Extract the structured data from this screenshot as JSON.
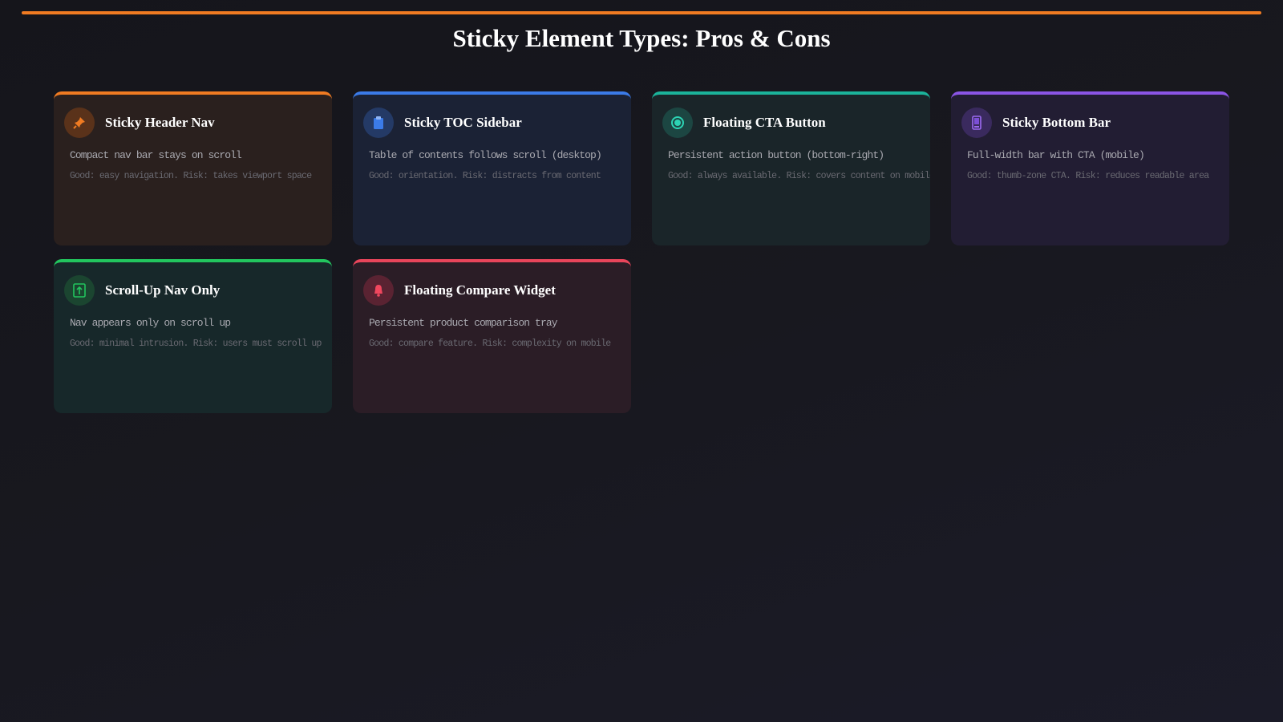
{
  "page": {
    "title": "Sticky Element Types: Pros & Cons",
    "accent": "#f07b22"
  },
  "cards": [
    {
      "title": "Sticky Header Nav",
      "description": "Compact nav bar stays on scroll",
      "note": "Good: easy navigation. Risk: takes viewport space",
      "icon": "pin-icon",
      "color": "#f07b22"
    },
    {
      "title": "Sticky TOC Sidebar",
      "description": "Table of contents follows scroll (desktop)",
      "note": "Good: orientation. Risk: distracts from content",
      "icon": "clipboard-icon",
      "color": "#3b7be8"
    },
    {
      "title": "Floating CTA Button",
      "description": "Persistent action button (bottom-right)",
      "note": "Good: always available. Risk: covers content on mobile",
      "icon": "radio-button-icon",
      "color": "#1bb39a"
    },
    {
      "title": "Sticky Bottom Bar",
      "description": "Full-width bar with CTA (mobile)",
      "note": "Good: thumb-zone CTA. Risk: reduces readable area",
      "icon": "mobile-phone-icon",
      "color": "#8b55e6"
    },
    {
      "title": "Scroll-Up Nav Only",
      "description": "Nav appears only on scroll up",
      "note": "Good: minimal intrusion. Risk: users must scroll up",
      "icon": "up-arrow-box-icon",
      "color": "#22c55e"
    },
    {
      "title": "Floating Compare Widget",
      "description": "Persistent product comparison tray",
      "note": "Good: compare feature. Risk: complexity on mobile",
      "icon": "bell-icon",
      "color": "#e8455a"
    }
  ]
}
